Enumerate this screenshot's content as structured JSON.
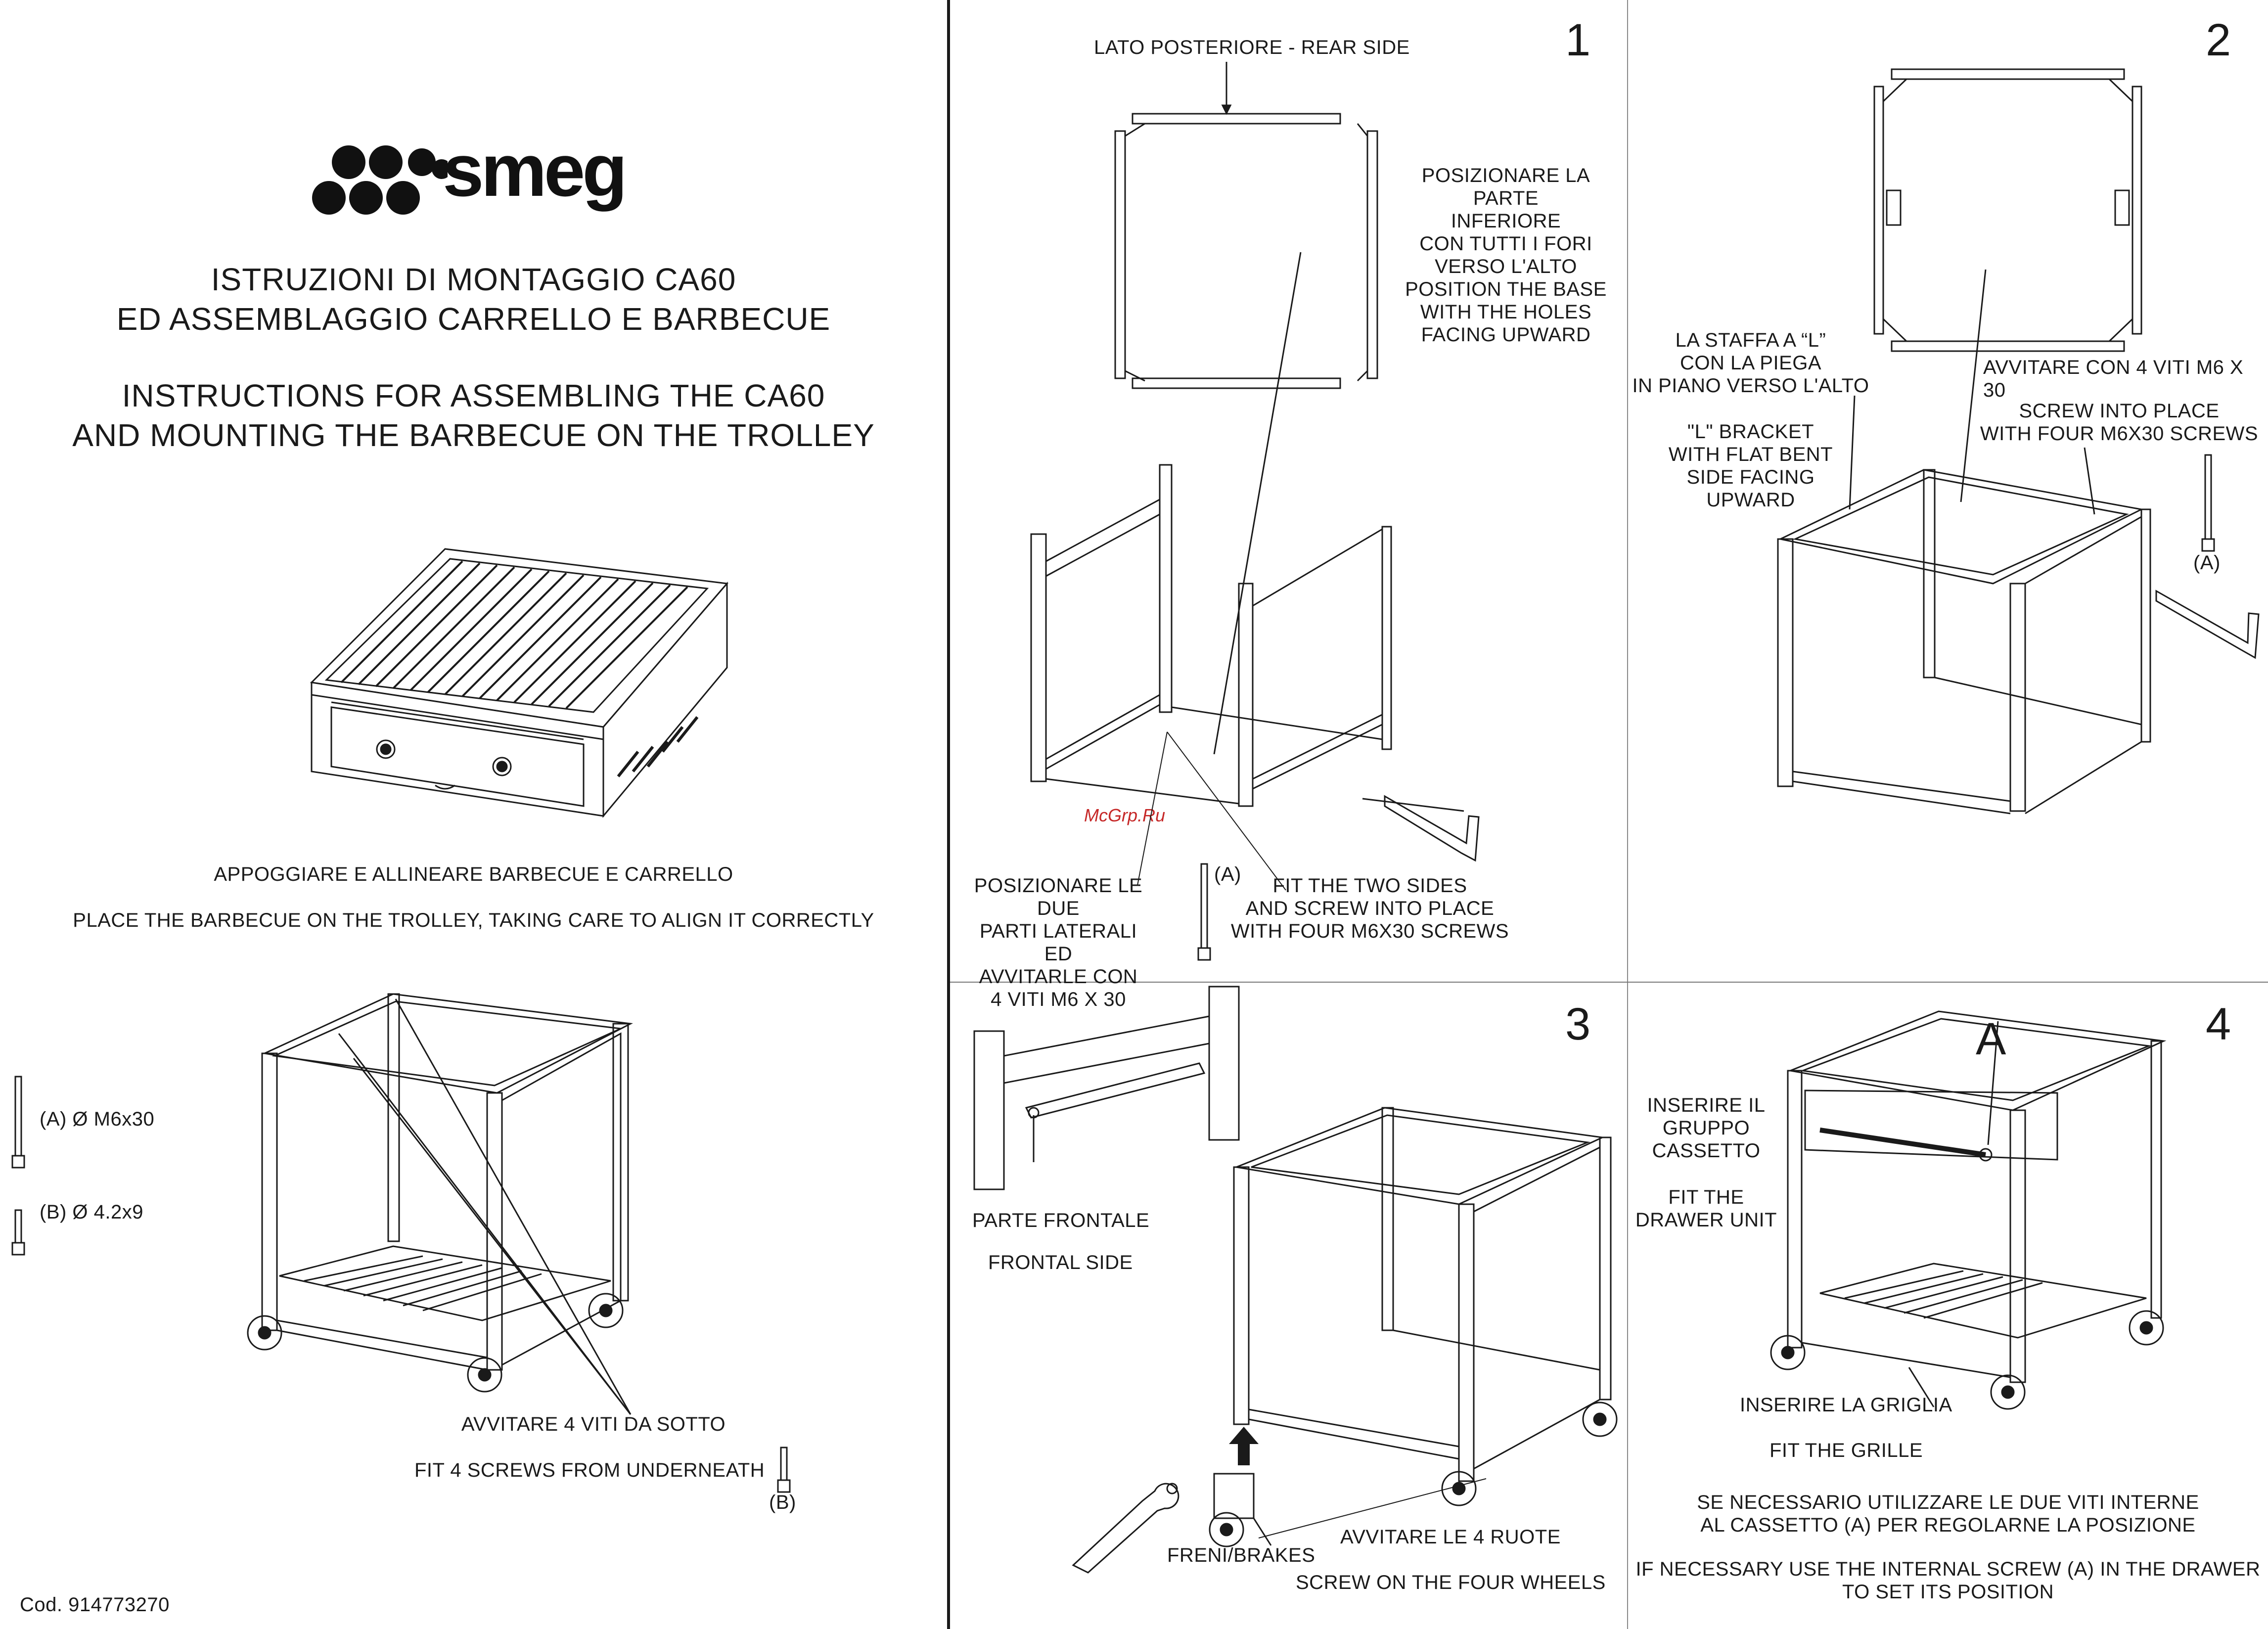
{
  "brand": {
    "logo_text": "smeg"
  },
  "cover": {
    "title_it_1": "ISTRUZIONI DI MONTAGGIO CA60",
    "title_it_2": "ED ASSEMBLAGGIO CARRELLO E BARBECUE",
    "title_en_1": "INSTRUCTIONS FOR ASSEMBLING THE CA60",
    "title_en_2": "AND MOUNTING THE BARBECUE ON THE TROLLEY",
    "place_it": "APPOGGIARE E ALLINEARE BARBECUE E CARRELLO",
    "place_en": "PLACE THE BARBECUE ON THE TROLLEY, TAKING CARE TO ALIGN IT CORRECTLY",
    "screw_a": "(A) Ø M6x30",
    "screw_b": "(B) Ø 4.2x9",
    "underneath_it": "AVVITARE 4 VITI DA SOTTO",
    "underneath_en": "FIT 4 SCREWS FROM UNDERNEATH",
    "screw_b_tag": "(B)",
    "code": "Cod. 914773270"
  },
  "step1": {
    "number": "1",
    "rear_side": "LATO POSTERIORE - REAR SIDE",
    "base_it": [
      "POSIZIONARE LA PARTE",
      "INFERIORE",
      "CON TUTTI I FORI",
      "VERSO L'ALTO"
    ],
    "base_en": [
      "POSITION THE BASE",
      "WITH THE HOLES",
      "FACING UPWARD"
    ],
    "sides_it": [
      "POSIZIONARE LE DUE",
      "PARTI LATERALI ED",
      "AVVITARLE CON",
      "4 VITI M6 X 30"
    ],
    "sides_en": [
      "FIT THE TWO SIDES",
      "AND SCREW INTO PLACE",
      "WITH FOUR M6X30 SCREWS"
    ],
    "screw_tag": "(A)",
    "watermark": "McGrp.Ru"
  },
  "step2": {
    "number": "2",
    "bracket_it": [
      "LA STAFFA A “L”",
      "CON LA PIEGA",
      "IN PIANO VERSO L'ALTO"
    ],
    "bracket_en": [
      "\"L\" BRACKET",
      "WITH FLAT BENT",
      "SIDE FACING",
      "UPWARD"
    ],
    "screw_it": "AVVITARE CON 4 VITI M6 X 30",
    "screw_en": [
      "SCREW INTO PLACE",
      "WITH FOUR M6X30 SCREWS"
    ],
    "screw_tag": "(A)"
  },
  "step3": {
    "number": "3",
    "front_it": "PARTE FRONTALE",
    "front_en": "FRONTAL SIDE",
    "brakes": "FRENI/BRAKES",
    "wheels_it": "AVVITARE LE 4 RUOTE",
    "wheels_en": "SCREW ON THE FOUR WHEELS"
  },
  "step4": {
    "number": "4",
    "callout": "A",
    "drawer_it": [
      "INSERIRE IL",
      "GRUPPO",
      "CASSETTO"
    ],
    "drawer_en": [
      "FIT THE",
      "DRAWER UNIT"
    ],
    "grille_it": "INSERIRE LA GRIGLIA",
    "grille_en": "FIT THE GRILLE",
    "adjust_it": [
      "SE NECESSARIO UTILIZZARE LE DUE VITI INTERNE",
      "AL CASSETTO (A) PER REGOLARNE LA POSIZIONE"
    ],
    "adjust_en": [
      "IF NECESSARY USE THE INTERNAL SCREW (A) IN THE DRAWER",
      "TO SET ITS POSITION"
    ]
  }
}
